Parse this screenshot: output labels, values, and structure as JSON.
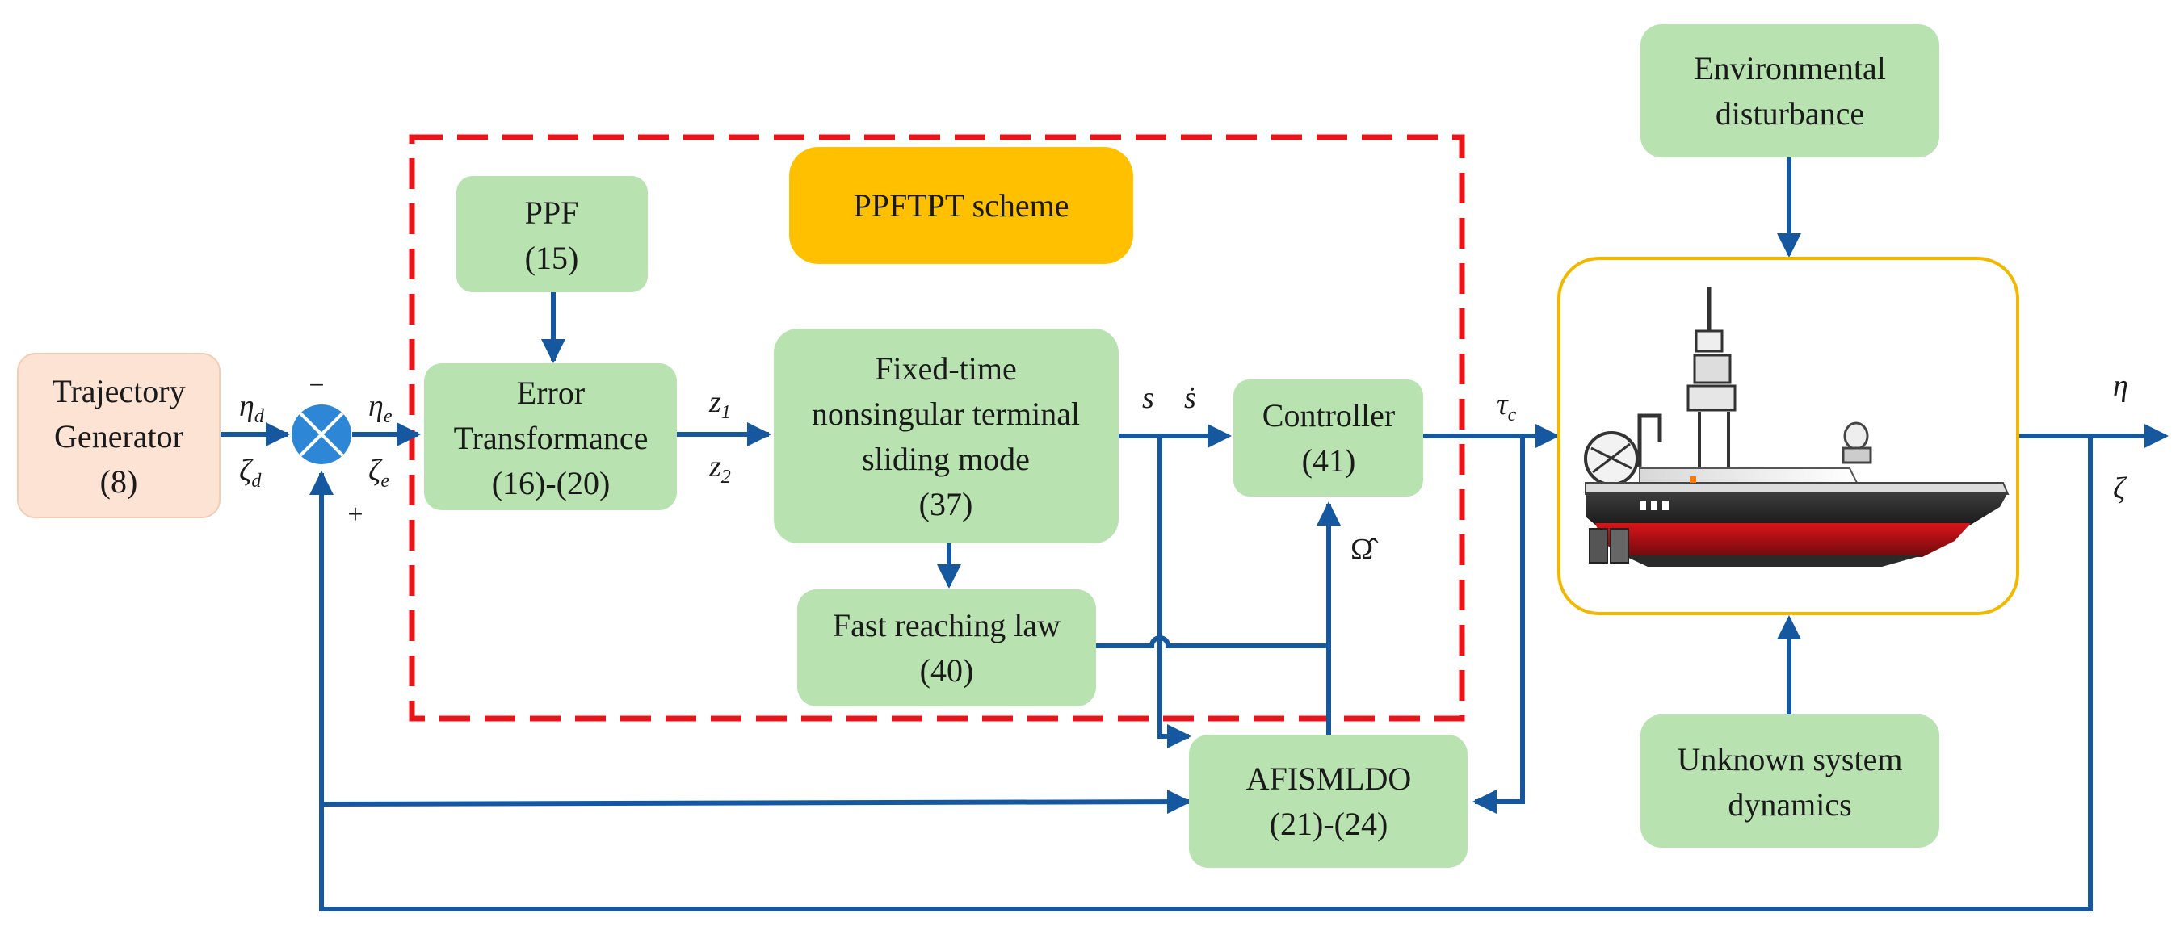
{
  "colors": {
    "line": "#1558a0",
    "green_block": "#b8e2b0",
    "peach_block": "#fde3d4",
    "orange_block": "#ffc000",
    "dashed_frame": "#e8161b",
    "plant_frame": "#f2b800",
    "sum_node": "#2e86d6"
  },
  "blocks": {
    "trajectory": [
      "Trajectory",
      "Generator",
      "(8)"
    ],
    "ppf": [
      "PPF",
      "(15)"
    ],
    "error_transform": [
      "Error",
      "Transformance",
      "(16)-(20)"
    ],
    "scheme": [
      "PPFTPT scheme"
    ],
    "sliding": [
      "Fixed-time",
      "nonsingular terminal",
      "sliding mode",
      "(37)"
    ],
    "reaching": [
      "Fast reaching law",
      "(40)"
    ],
    "controller": [
      "Controller",
      "(41)"
    ],
    "observer": [
      "AFISMLDO",
      "(21)-(24)"
    ],
    "env": [
      "Environmental",
      "disturbance"
    ],
    "unknown": [
      "Unknown system",
      "dynamics"
    ]
  },
  "signals": {
    "eta": "η",
    "zeta": "ζ",
    "sub_d": "d",
    "sub_e": "e",
    "z": "z",
    "sub_1": "1",
    "sub_2": "2",
    "s": "s",
    "s_dot": "ṡ",
    "tau": "τ",
    "sub_c": "c",
    "omega_hat": "Ω̂"
  },
  "signs": {
    "minus": "−",
    "plus": "+"
  },
  "plant_icon": "usv-boat-icon"
}
